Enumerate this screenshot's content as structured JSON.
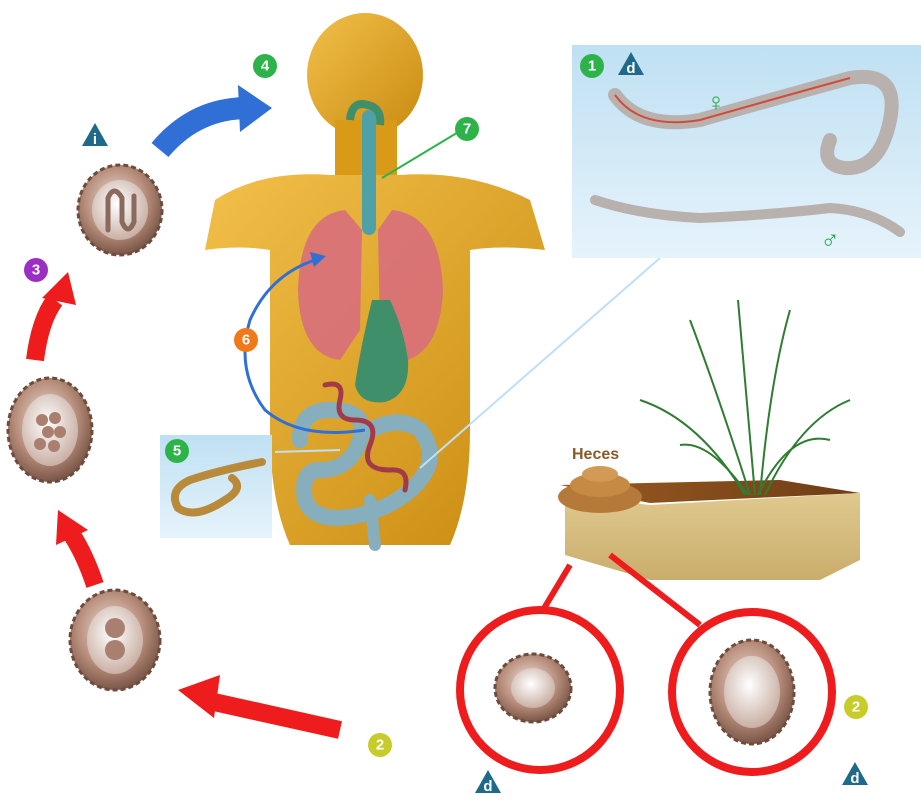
{
  "diagram": {
    "steps": [
      {
        "id": "step-1",
        "label": "1",
        "color": "#2db34a"
      },
      {
        "id": "step-2a",
        "label": "2",
        "color": "#c8cc2a"
      },
      {
        "id": "step-2b",
        "label": "2",
        "color": "#c8cc2a"
      },
      {
        "id": "step-3",
        "label": "3",
        "color": "#9b2fc4"
      },
      {
        "id": "step-4",
        "label": "4",
        "color": "#2db34a"
      },
      {
        "id": "step-5",
        "label": "5",
        "color": "#2db34a"
      },
      {
        "id": "step-6",
        "label": "6",
        "color": "#f07a1a"
      },
      {
        "id": "step-7",
        "label": "7",
        "color": "#2db34a"
      }
    ],
    "stage_markers": [
      {
        "id": "marker-i",
        "label": "i",
        "color": "#1f6a8a"
      },
      {
        "id": "marker-d-top",
        "label": "d",
        "color": "#1f6a8a"
      },
      {
        "id": "marker-d-bottom-left",
        "label": "d",
        "color": "#1f6a8a"
      },
      {
        "id": "marker-d-bottom-right",
        "label": "d",
        "color": "#1f6a8a"
      }
    ],
    "female_symbol": "♀",
    "male_symbol": "♂",
    "feces_label": "Heces",
    "colors": {
      "arrow_red": "#ee1c1c",
      "arrow_blue": "#2f6fd6",
      "skin": "#e3a21a",
      "lungs": "#d8707a",
      "stomach": "#3f8f6a",
      "intestine": "#86aebd",
      "panel_bg": "#d6eaf6",
      "egg": "#b08a78"
    }
  }
}
